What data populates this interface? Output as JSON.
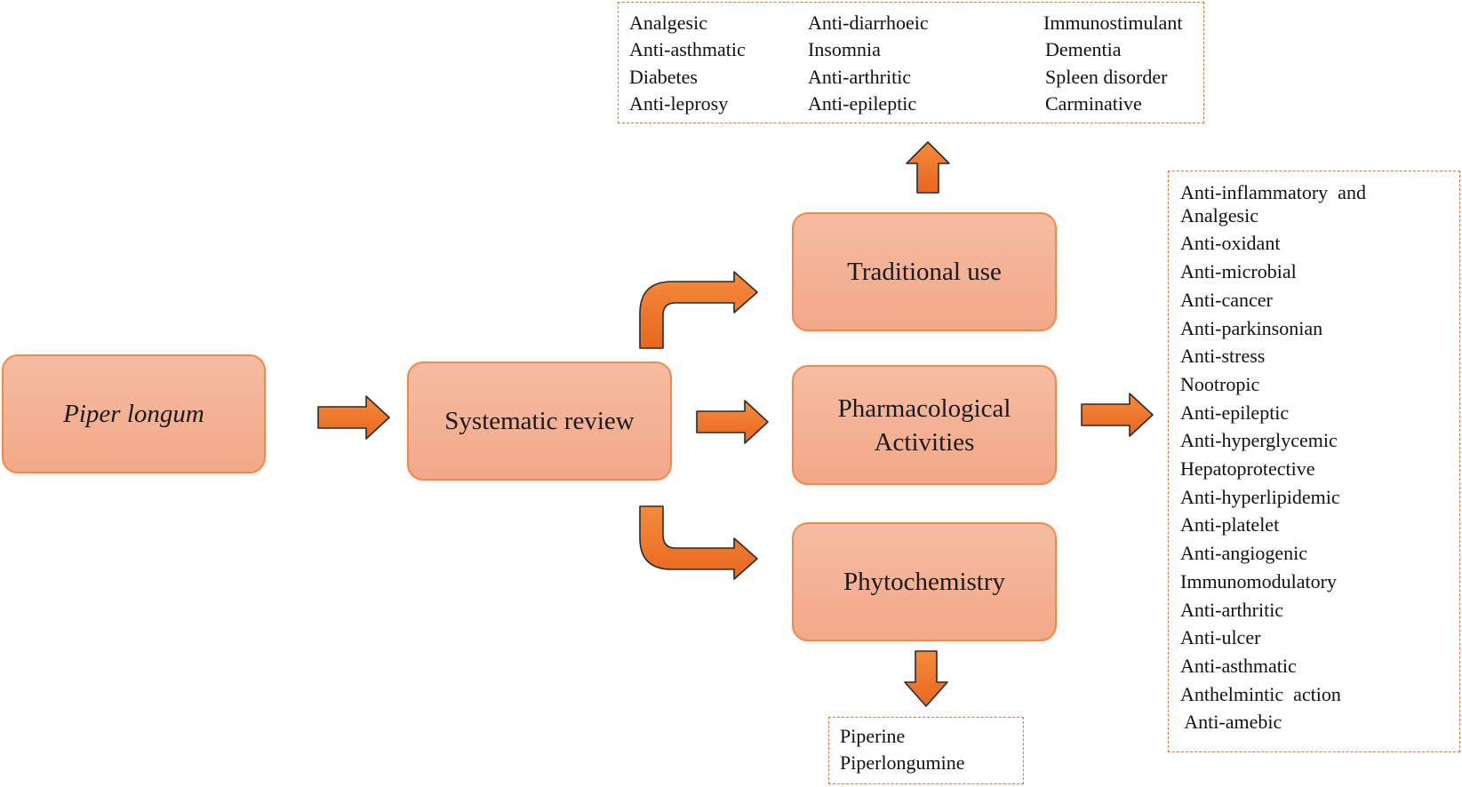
{
  "nodes": {
    "piper_longum": "Piper longum",
    "systematic_review": "Systematic review",
    "traditional_use": "Traditional use",
    "pharmacological_line1": "Pharmacological",
    "pharmacological_line2": "Activities",
    "phytochemistry": "Phytochemistry"
  },
  "traditional_uses": [
    "Analgesic",
    "Anti-asthmatic",
    "Diabetes",
    "Anti-leprosy",
    "Anti-diarrhoeic",
    "Insomnia",
    "Anti-arthritic",
    "Anti-epileptic",
    "Immunostimulant",
    "Dementia",
    "Spleen disorder",
    "Carminative"
  ],
  "pharmacological_activities": [
    "Anti-inflammatory  and",
    "Analgesic",
    "Anti-oxidant",
    "Anti-microbial",
    "Anti-cancer",
    "Anti-parkinsonian",
    "Anti-stress",
    "Nootropic",
    "Anti-epileptic",
    "Anti-hyperglycemic",
    "Hepatoprotective",
    "Anti-hyperlipidemic",
    "Anti-platelet",
    "Anti-angiogenic",
    "Immunomodulatory",
    "Anti-arthritic",
    "Anti-ulcer",
    "Anti-asthmatic",
    "Anthelmintic  action",
    " Anti-amebic"
  ],
  "phytochemicals": [
    "Piperine",
    "Piperlongumine"
  ],
  "colors": {
    "box_fill": "#f4b194",
    "box_border": "#f08a4b",
    "arrow_fill": "#f07a2e",
    "arrow_stroke": "#2b2b2b",
    "dashed_border": "#e0763a"
  }
}
